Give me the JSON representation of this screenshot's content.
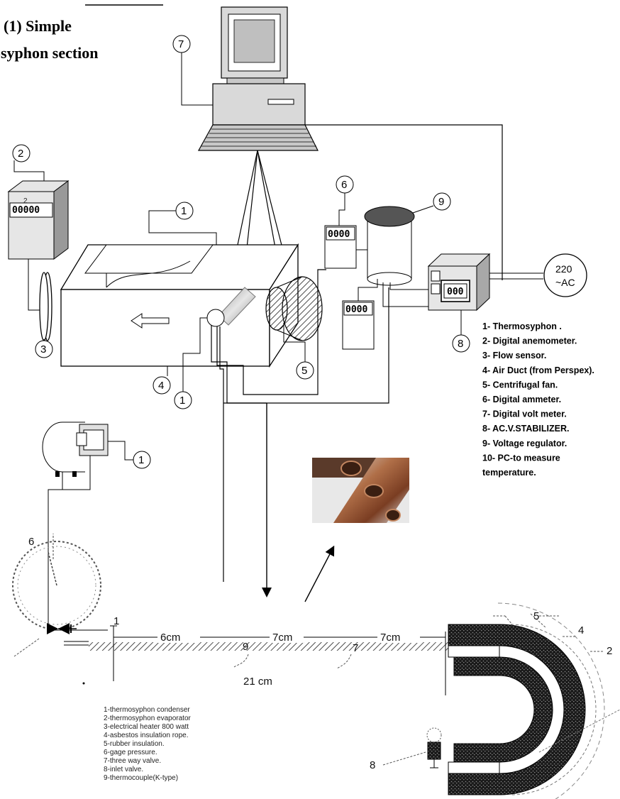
{
  "title": {
    "line1": "(1) Simple",
    "line2": "osyphon section"
  },
  "callouts": {
    "pc": "7",
    "anemometer": "2",
    "thermosyphon_top": "1",
    "flow_sensor": "3",
    "air_duct": "4",
    "thermosyphon_bottom": "1",
    "fan": "5",
    "ammeter": "6",
    "voltage_regulator": "9",
    "stabilizer": "8",
    "thermosyphon_unit": "1"
  },
  "displays": {
    "anemometer": "00000",
    "anemometer_small": "2",
    "ammeter": "0000",
    "voltmeter": "0000",
    "stabilizer": "000"
  },
  "supply": {
    "line1": "220",
    "line2": "~AC"
  },
  "legend_top": [
    "1- Thermosyphon .",
    "2- Digital anemometer.",
    "3- Flow sensor.",
    "4- Air Duct (from Perspex).",
    "5- Centrifugal fan.",
    "6- Digital ammeter.",
    "7-  Digital volt meter.",
    "8- AC.V.STABILIZER.",
    "9- Voltage regulator.",
    "10- PC-to measure",
    "temperature."
  ],
  "section_labels": {
    "gauge": "6",
    "point1": "1",
    "point9": "9",
    "point7": "7",
    "point5": "5",
    "point4": "4",
    "point2": "2",
    "point8": "8"
  },
  "dimensions": {
    "seg1": "6cm",
    "seg2": "7cm",
    "seg3": "7cm",
    "total": "21 cm"
  },
  "legend_bottom": [
    "1-thermosyphon condenser",
    "2-thermosyphon evaporator",
    "3-electrical heater 800 watt",
    "4-asbestos insulation rope.",
    "5-rubber insulation.",
    "6-gage pressure.",
    "7-three way valve.",
    "8-inlet valve.",
    "9-thermocouple(K-type)"
  ],
  "colors": {
    "line": "#000000",
    "panel": "#dcdcdc",
    "panel_side": "#a8a8a8",
    "copper": "#b8734a",
    "hatch": "#555555"
  }
}
